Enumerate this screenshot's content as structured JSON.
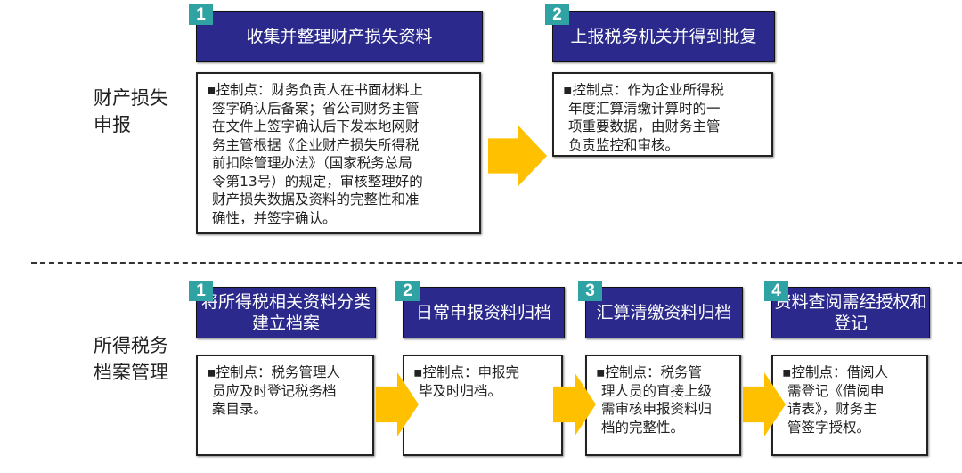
{
  "colors": {
    "header": "#2b2a8c",
    "badge": "#2fa3a3",
    "arrow": "#ffc000"
  },
  "sections": [
    {
      "label": "财产损失申报",
      "steps": [
        {
          "num": "1",
          "title": "收集并整理财产损失资料",
          "lines": [
            "▪控制点：财务负责人在书面材料上",
            "签字确认后备案；省公司财务主管",
            "在文件上签字确认后下发本地网财",
            "务主管根据《企业财产损失所得税",
            "前扣除管理办法》（国家税务总局",
            "令第13号）的规定，审核整理好的",
            "财产损失数据及资料的完整性和准",
            "确性，并签字确认。"
          ]
        },
        {
          "num": "2",
          "title": "上报税务机关并得到批复",
          "lines": [
            "▪控制点：作为企业所得税",
            "年度汇算清缴计算时的一",
            "项重要数据，由财务主管",
            "负责监控和审核。"
          ]
        }
      ]
    },
    {
      "label": "所得税务档案管理",
      "steps": [
        {
          "num": "1",
          "title": "将所得税相关资料分类建立档案",
          "lines": [
            "▪控制点：税务管理人",
            "员应及时登记税务档",
            "案目录。"
          ]
        },
        {
          "num": "2",
          "title": "日常申报资料归档",
          "lines": [
            "▪控制点：申报完",
            "毕及时归档。"
          ]
        },
        {
          "num": "3",
          "title": "汇算清缴资料归档",
          "lines": [
            "▪控制点：税务管",
            "理人员的直接上级",
            "需审核申报资料归",
            "档的完整性。"
          ]
        },
        {
          "num": "4",
          "title": "资料查阅需经授权和登记",
          "lines": [
            "▪控制点：借阅人",
            "需登记《借阅申",
            "请表》，财务主",
            "管签字授权。"
          ]
        }
      ]
    }
  ]
}
